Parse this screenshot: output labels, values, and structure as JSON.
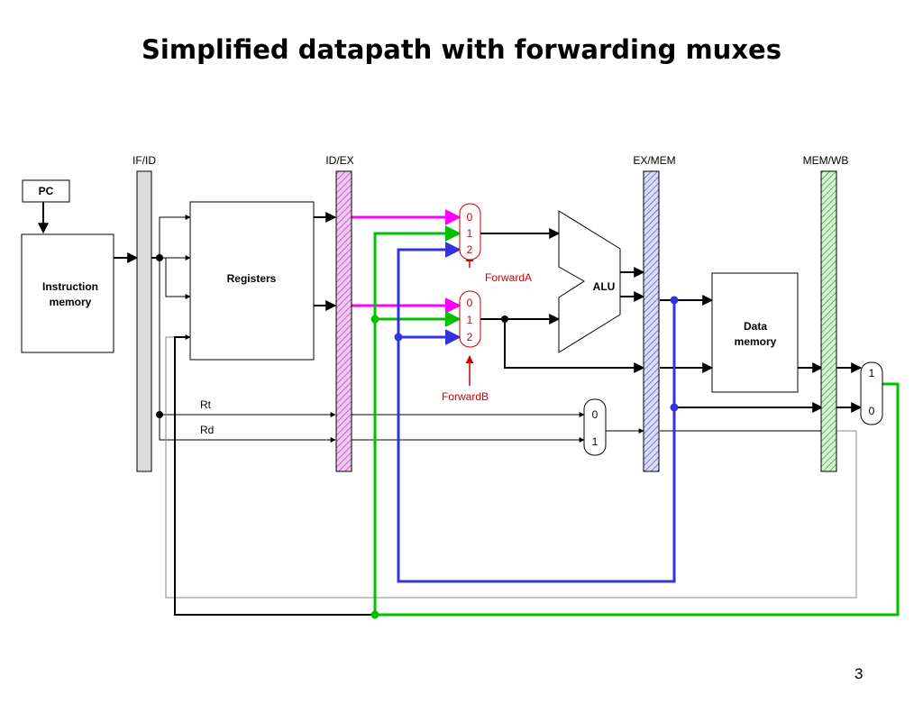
{
  "title": "Simplified datapath with forwarding muxes",
  "page_number": "3",
  "pipeline_registers": {
    "if_id": "IF/ID",
    "id_ex": "ID/EX",
    "ex_mem": "EX/MEM",
    "mem_wb": "MEM/WB"
  },
  "blocks": {
    "pc": "PC",
    "instruction_memory_line1": "Instruction",
    "instruction_memory_line2": "memory",
    "registers": "Registers",
    "alu": "ALU",
    "data_memory_line1": "Data",
    "data_memory_line2": "memory"
  },
  "signals": {
    "rt": "Rt",
    "rd": "Rd",
    "forward_a": "ForwardA",
    "forward_b": "ForwardB"
  },
  "mux_forward_a": [
    "0",
    "1",
    "2"
  ],
  "mux_forward_b": [
    "0",
    "1",
    "2"
  ],
  "mux_dest": [
    "0",
    "1"
  ],
  "mux_writeback": [
    "1",
    "0"
  ],
  "colors": {
    "forward_from_id_ex": "#ff00ff",
    "forward_from_mem_wb": "#00c000",
    "forward_from_ex_mem": "#3333dd",
    "control_signal": "#cc0000",
    "if_id_fill": "#dcdcdc",
    "id_ex_fill": "#e6a6e6",
    "ex_mem_fill": "#b8b8ec",
    "mem_wb_fill": "#a8e6a8"
  }
}
